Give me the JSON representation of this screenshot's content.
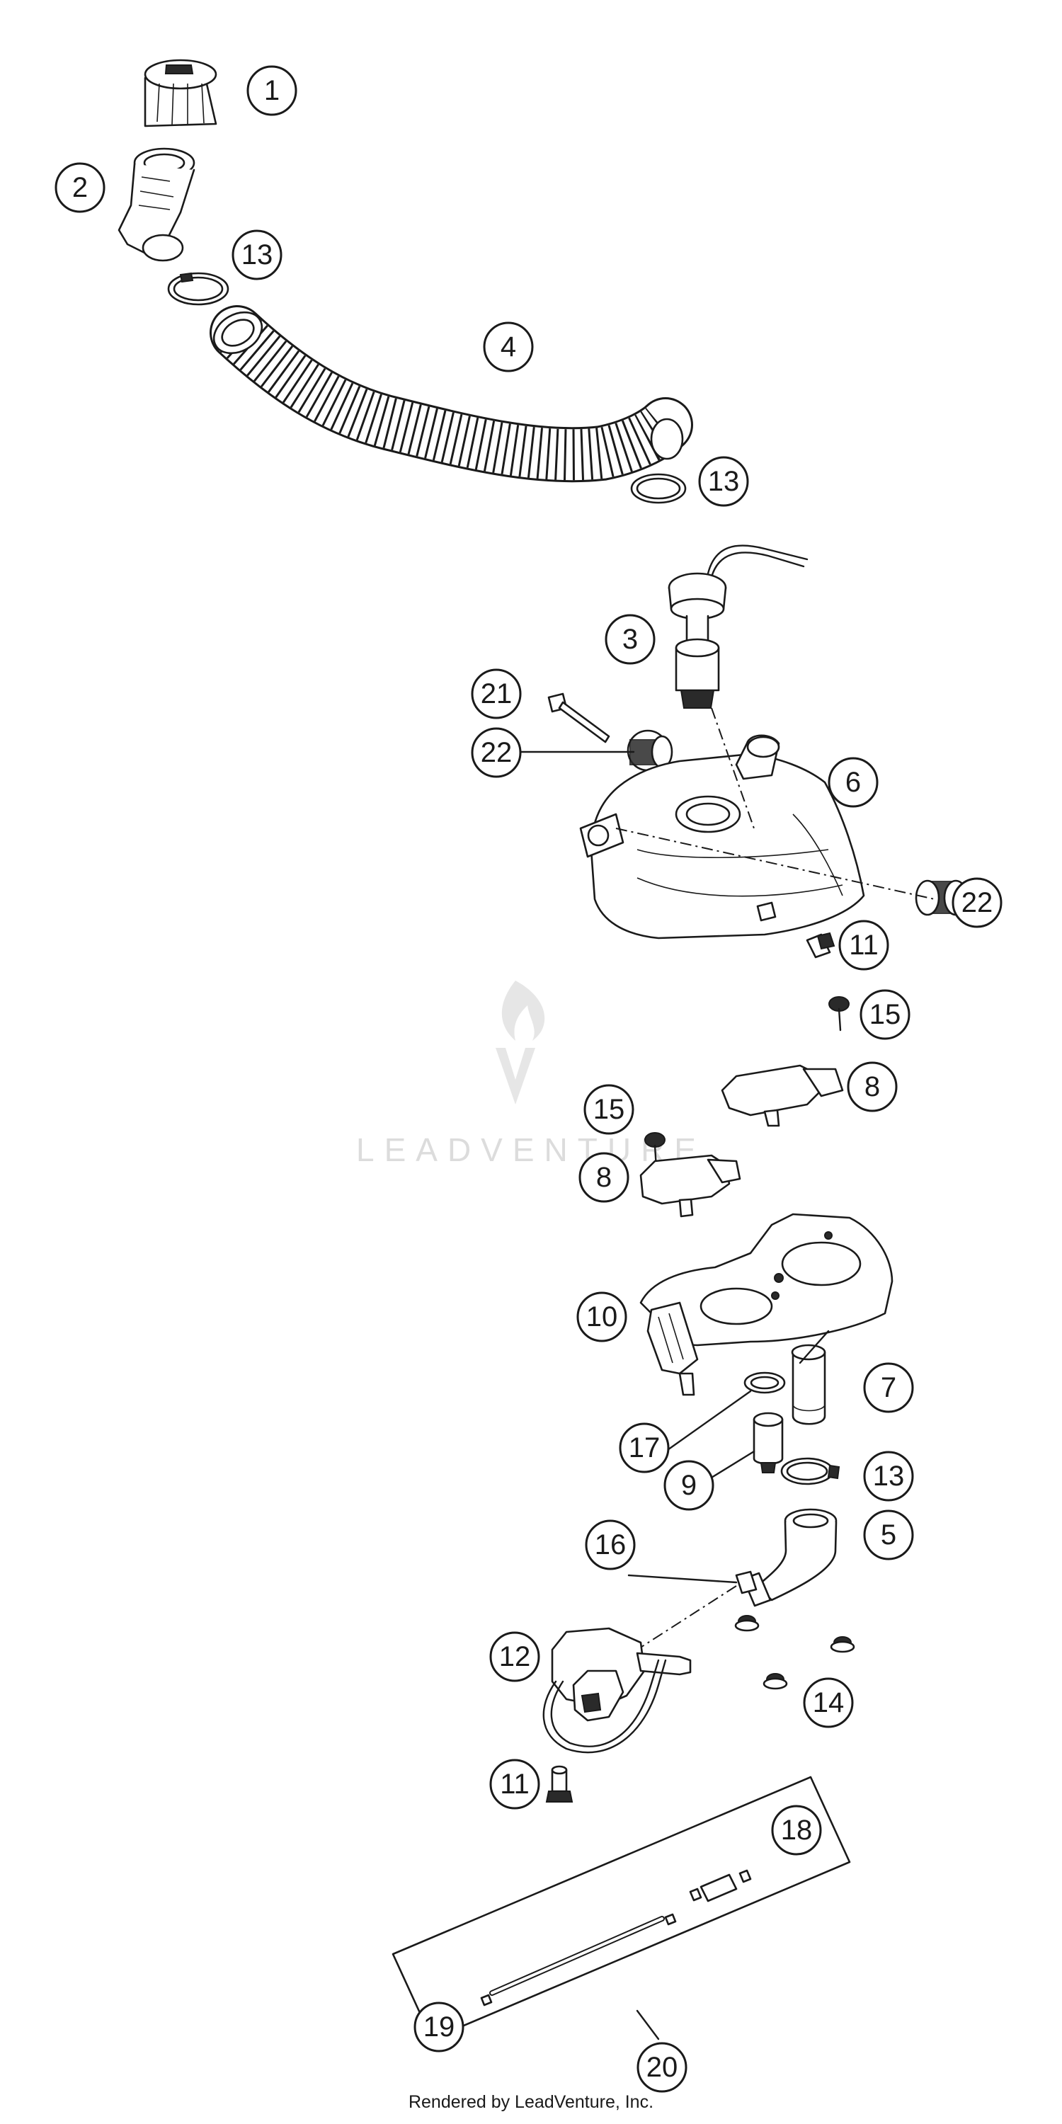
{
  "diagram": {
    "watermark": {
      "brand_text": "LEADVENTURE"
    },
    "callouts": [
      {
        "id": "c1",
        "label": "1"
      },
      {
        "id": "c2",
        "label": "2"
      },
      {
        "id": "c13a",
        "label": "13"
      },
      {
        "id": "c4",
        "label": "4"
      },
      {
        "id": "c13b",
        "label": "13"
      },
      {
        "id": "c3",
        "label": "3"
      },
      {
        "id": "c21",
        "label": "21"
      },
      {
        "id": "c22a",
        "label": "22"
      },
      {
        "id": "c6",
        "label": "6"
      },
      {
        "id": "c22b",
        "label": "22"
      },
      {
        "id": "c11a",
        "label": "11"
      },
      {
        "id": "c15a",
        "label": "15"
      },
      {
        "id": "c8a",
        "label": "8"
      },
      {
        "id": "c15b",
        "label": "15"
      },
      {
        "id": "c8b",
        "label": "8"
      },
      {
        "id": "c10",
        "label": "10"
      },
      {
        "id": "c7",
        "label": "7"
      },
      {
        "id": "c17",
        "label": "17"
      },
      {
        "id": "c13c",
        "label": "13"
      },
      {
        "id": "c9",
        "label": "9"
      },
      {
        "id": "c5",
        "label": "5"
      },
      {
        "id": "c16",
        "label": "16"
      },
      {
        "id": "c12",
        "label": "12"
      },
      {
        "id": "c14",
        "label": "14"
      },
      {
        "id": "c11b",
        "label": "11"
      },
      {
        "id": "c18",
        "label": "18"
      },
      {
        "id": "c19",
        "label": "19"
      },
      {
        "id": "c20",
        "label": "20"
      }
    ]
  },
  "footer": {
    "text": "Rendered by LeadVenture, Inc."
  }
}
